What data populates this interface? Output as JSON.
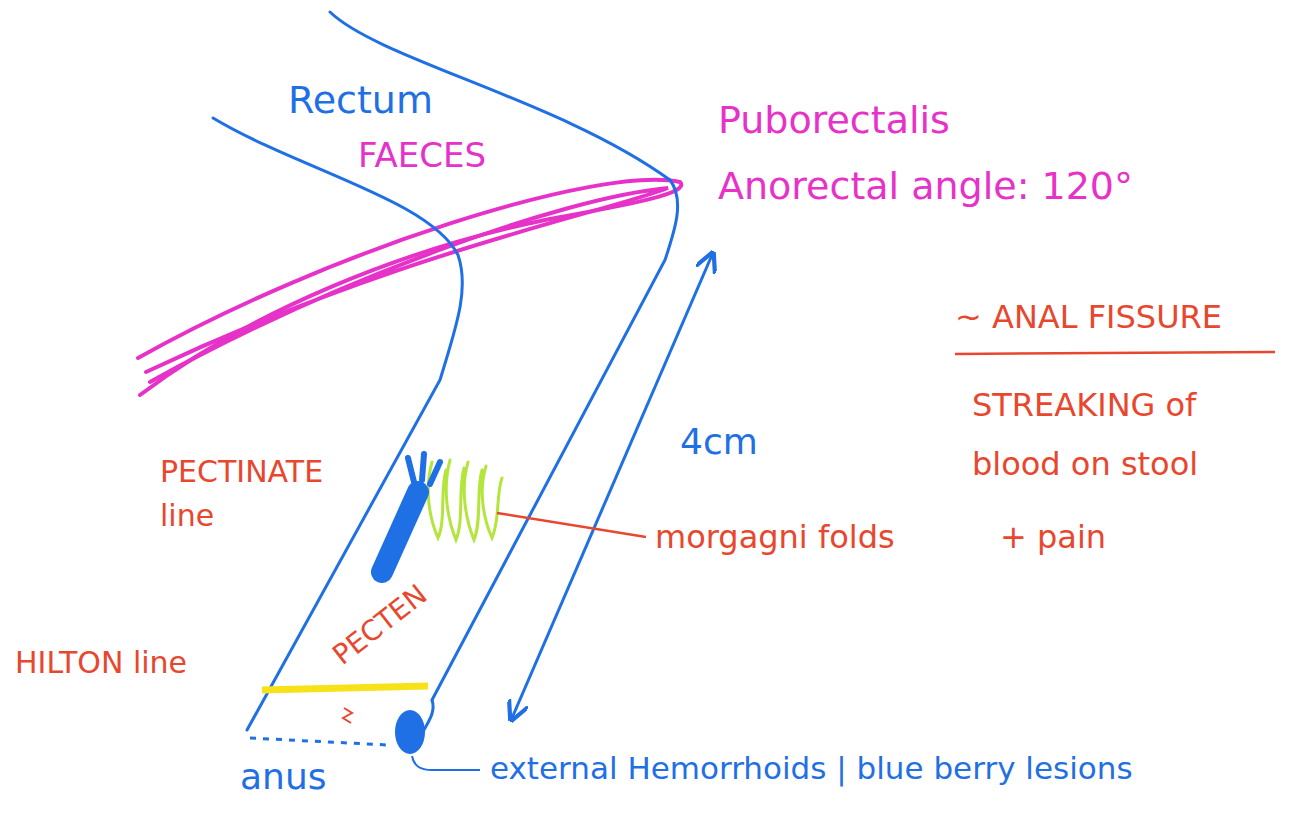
{
  "diagram": {
    "labels": [
      "Rectum",
      "FAECES",
      "Puborectalis",
      "Anorectal angle: 120°",
      "~ ANAL FISSURE",
      "STREAKING of blood on stool",
      "4cm",
      "PECTINATE line",
      "morgagni folds",
      "+ pain",
      "PECTEN",
      "HILTON line",
      "anus",
      "external Hemorrhoids | blue berry lesions"
    ]
  }
}
